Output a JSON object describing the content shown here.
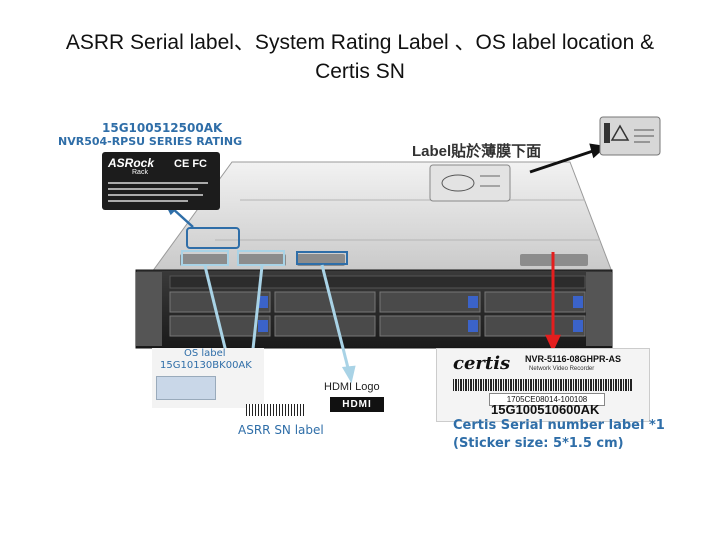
{
  "title": {
    "line1": "ASRR Serial label、System Rating Label 、OS label location &",
    "line2": "Certis SN"
  },
  "rating_label": {
    "part_number": "15G100512500AK",
    "name": "NVR504-RPSU SERIES RATING",
    "brand": "ASRock",
    "brand_sub": "Rack",
    "marks": "CE FC"
  },
  "film_label": {
    "caption": "Label貼於薄膜下面"
  },
  "os_label": {
    "caption": "OS label",
    "part_number": "15G10130BK00AK"
  },
  "asrr_sn": {
    "caption": "ASRR SN label"
  },
  "hdmi": {
    "caption": "HDMI Logo",
    "logo": "HDMI"
  },
  "certis_label": {
    "brand": "certis",
    "model": "NVR-5116-08GHPR-AS",
    "subtitle": "Network Video Recorder",
    "serial_text": "1705CE08014-100108",
    "part_number": "15G100510600AK",
    "caption": "Certis Serial number label *1",
    "size_note": "(Sticker size: 5*1.5 cm)"
  },
  "colors": {
    "callout_blue": "#2f6ea8",
    "arrow_lightblue": "#a9d3e6",
    "arrow_red": "#e41e1e",
    "arrow_black": "#111111"
  }
}
